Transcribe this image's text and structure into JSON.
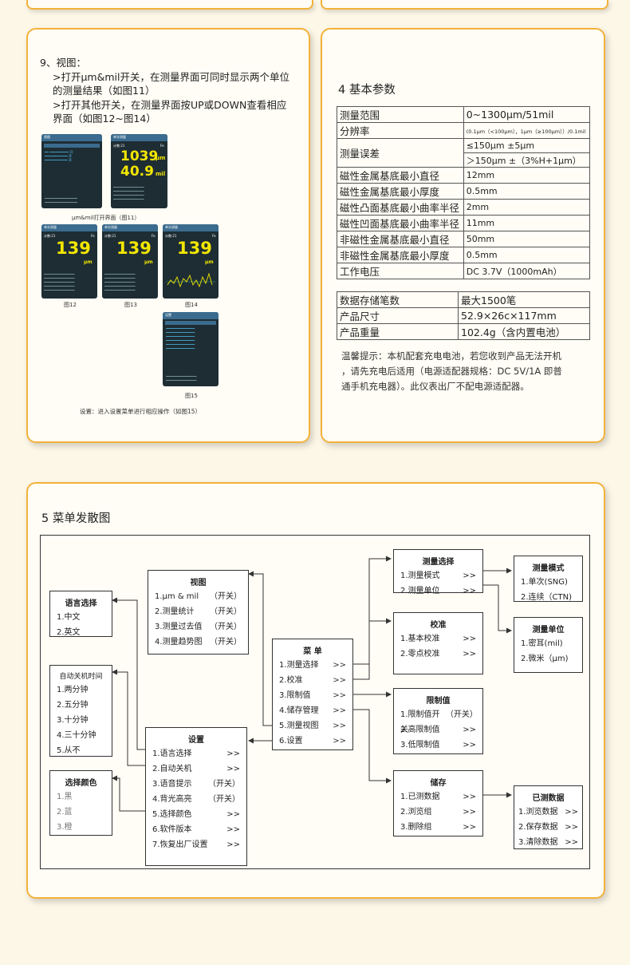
{
  "view_section": {
    "heading": "9、视图：",
    "lines": [
      ">打开μm&mil开关，在测量界面可同时显示两个单位",
      "的测量结果（如图11）",
      ">打开其他开关，在测量界面按UP或DOWN查看相应",
      "界面（如图12~图14）"
    ],
    "captions": {
      "fig11": "μm&mil打开界面（图11）",
      "fig12": "图12",
      "fig13": "图13",
      "fig14": "图14",
      "fig15": "图15"
    },
    "footer": "设置：进入设置菜单进行相应操作（如图15）",
    "screens": {
      "view_menu_title": "视图",
      "dual_title": "单次测量",
      "dual_count": "计数:21",
      "dual_fe": "Fe",
      "dual_um": "1039",
      "dual_um_unit": "μm",
      "dual_mil": "40.9",
      "dual_mil_unit": "mil",
      "reading": "139",
      "reading_unit": "μm",
      "reading_fe": "Fe",
      "count": "计数:21",
      "s12_title": "单次测量",
      "s13_title": "单次测量",
      "s14_title": "单次测量",
      "settings_title": "设置"
    }
  },
  "params_section": {
    "heading": "4  基本参数",
    "table1": [
      {
        "label": "测量范围",
        "value": "0~1300μm/51mil"
      },
      {
        "label": "分辨率",
        "value": "(0.1μm（<100μm），1μm（≥100μm））/0.1mil"
      },
      {
        "label": "测量误差",
        "value": "≤150μm    ±5μm",
        "value2": "＞150μm    ±（3%H+1μm）"
      },
      {
        "label": "磁性金属基底最小直径",
        "value": "12mm"
      },
      {
        "label": "磁性金属基底最小厚度",
        "value": "0.5mm"
      },
      {
        "label": "磁性凸面基底最小曲率半径",
        "value": "2mm"
      },
      {
        "label": "磁性凹面基底最小曲率半径",
        "value": "11mm"
      },
      {
        "label": "非磁性金属基底最小直径",
        "value": "50mm"
      },
      {
        "label": "非磁性金属基底最小厚度",
        "value": "0.5mm"
      },
      {
        "label": "工作电压",
        "value": "DC 3.7V（1000mAh）"
      }
    ],
    "table2": [
      {
        "label": "数据存储笔数",
        "value": "最大1500笔"
      },
      {
        "label": "产品尺寸",
        "value": "52.9×26c×117mm"
      },
      {
        "label": "产品重量",
        "value": "102.4g（含内置电池）"
      }
    ],
    "note_lines": [
      "温馨提示：本机配套充电电池，若您收到产品无法开机",
      "，请先充电后适用（电源适配器规格：DC 5V/1A 即普",
      "通手机充电器）。此仪表出厂不配电源适配器。"
    ]
  },
  "menu_section": {
    "heading": "5  菜单发散图",
    "menu": {
      "title": "菜        单",
      "items": [
        {
          "label": "1.测量选择",
          "arrow": ">>"
        },
        {
          "label": "2.校准",
          "arrow": ">>"
        },
        {
          "label": "3.限制值",
          "arrow": ">>"
        },
        {
          "label": "4.储存管理",
          "arrow": ">>"
        },
        {
          "label": "5.测量视图",
          "arrow": ">>"
        },
        {
          "label": "6.设置",
          "arrow": ">>"
        }
      ]
    },
    "view": {
      "title": "视图",
      "items": [
        {
          "label": "1.μm & mil",
          "arrow": "（开关）"
        },
        {
          "label": "2.测量统计",
          "arrow": "（开关）"
        },
        {
          "label": "3.测量过去值",
          "arrow": "（开关）"
        },
        {
          "label": "4.测量趋势图",
          "arrow": "（开关）"
        }
      ]
    },
    "language": {
      "title": "语言选择",
      "items": [
        "1.中文",
        "2.英文"
      ]
    },
    "autooff": {
      "title": "自动关机时间",
      "items": [
        "1.两分钟",
        "2.五分钟",
        "3.十分钟",
        "4.三十分钟",
        "5.从不"
      ]
    },
    "color": {
      "title": "选择颜色",
      "items": [
        "1.黑",
        "2.蓝",
        "3.橙"
      ]
    },
    "settings": {
      "title": "设置",
      "items": [
        {
          "label": "1.语言选择",
          "arrow": ">>"
        },
        {
          "label": "2.自动关机",
          "arrow": ">>"
        },
        {
          "label": "3.语音提示",
          "arrow": "（开关）"
        },
        {
          "label": "4.背光高亮",
          "arrow": "（开关）"
        },
        {
          "label": "5.选择颜色",
          "arrow": ">>"
        },
        {
          "label": "6.软件版本",
          "arrow": ">>"
        },
        {
          "label": "7.恢复出厂设置",
          "arrow": ">>"
        }
      ]
    },
    "measure_select": {
      "title": "测量选择",
      "items": [
        {
          "label": "1.测量模式",
          "arrow": ">>"
        },
        {
          "label": "2.测量单位",
          "arrow": ">>"
        }
      ]
    },
    "calibration": {
      "title": "校准",
      "items": [
        {
          "label": "1.基本校准",
          "arrow": ">>"
        },
        {
          "label": "2.零点校准",
          "arrow": ">>"
        }
      ]
    },
    "limit": {
      "title": "限制值",
      "items": [
        {
          "label": "1.限制值开关",
          "arrow": "（开关）"
        },
        {
          "label": "2.高限制值",
          "arrow": ">>"
        },
        {
          "label": "3.低限制值",
          "arrow": ">>"
        }
      ]
    },
    "storage": {
      "title": "储存",
      "items": [
        {
          "label": "1.已测数据",
          "arrow": ">>"
        },
        {
          "label": "2.浏览组",
          "arrow": ">>"
        },
        {
          "label": "3.删除组",
          "arrow": ">>"
        }
      ]
    },
    "mode": {
      "title": "测量模式",
      "items": [
        "1.单次(SNG)",
        "2.连续（CTN)"
      ]
    },
    "unit": {
      "title": "测量单位",
      "items": [
        "1.密耳(mil)",
        "2.微米（μm)"
      ]
    },
    "measured": {
      "title": "已测数据",
      "items": [
        {
          "label": "1.浏览数据",
          "arrow": ">>"
        },
        {
          "label": "2.保存数据",
          "arrow": ">>"
        },
        {
          "label": "3.清除数据",
          "arrow": ">>"
        }
      ]
    }
  }
}
